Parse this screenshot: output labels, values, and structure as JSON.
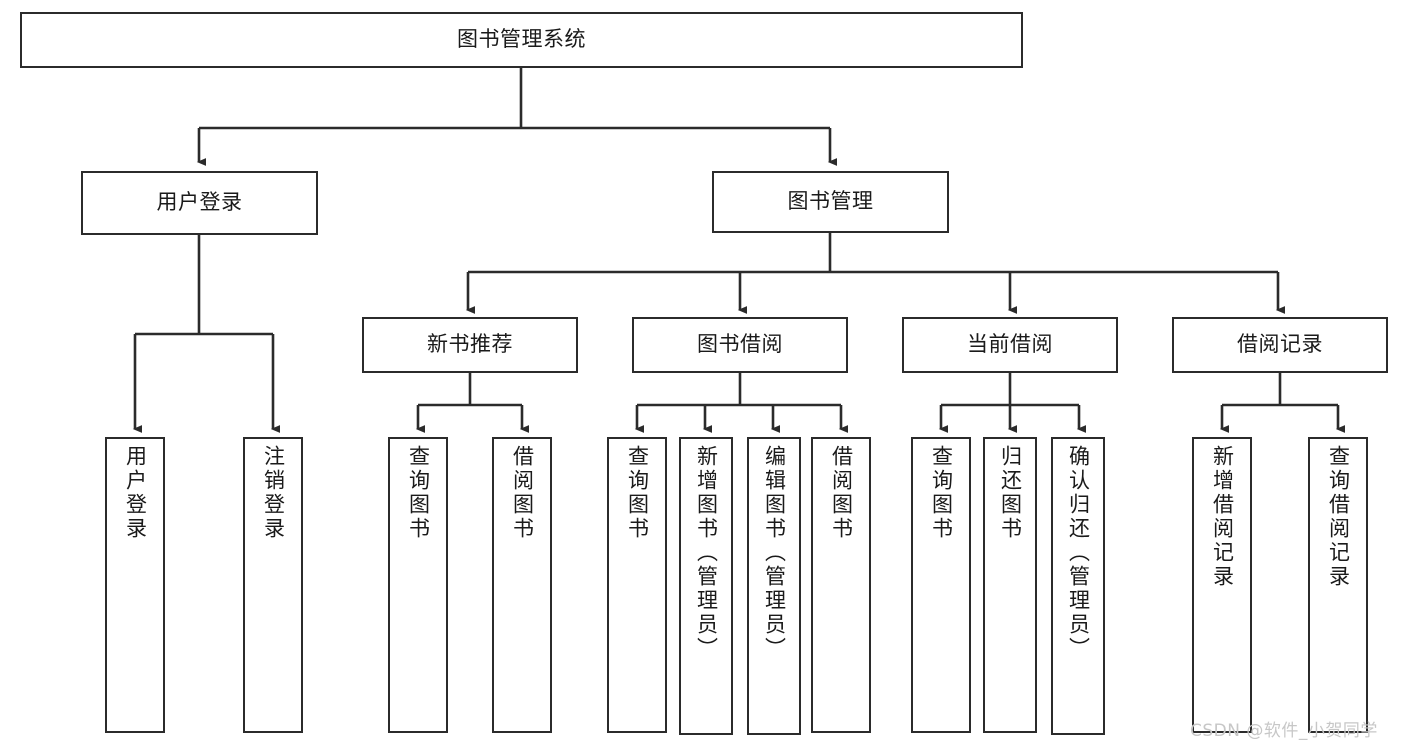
{
  "diagram": {
    "title": "图书管理系统",
    "type": "hierarchy-tree",
    "orientation": "top-down",
    "colors": {
      "box_border": "#2b2b2b",
      "box_fill": "#ffffff",
      "edge": "#2b2b2b",
      "text": "#1a1a1a",
      "watermark": "#c7c7c7",
      "background": "#ffffff"
    }
  },
  "root": {
    "label": "图书管理系统"
  },
  "level1": [
    {
      "label": "用户登录"
    },
    {
      "label": "图书管理"
    }
  ],
  "level2": [
    {
      "label": "新书推荐"
    },
    {
      "label": "图书借阅"
    },
    {
      "label": "当前借阅"
    },
    {
      "label": "借阅记录"
    }
  ],
  "leaves": {
    "user_login": [
      {
        "label": "用户登录"
      },
      {
        "label": "注销登录"
      }
    ],
    "new_book_recommend": [
      {
        "label": "查询图书"
      },
      {
        "label": "借阅图书"
      }
    ],
    "book_borrow": [
      {
        "label": "查询图书"
      },
      {
        "label": "新增图书（管理员）"
      },
      {
        "label": "编辑图书（管理员）"
      },
      {
        "label": "借阅图书"
      }
    ],
    "current_borrow": [
      {
        "label": "查询图书"
      },
      {
        "label": "归还图书"
      },
      {
        "label": "确认归还（管理员）"
      }
    ],
    "borrow_record": [
      {
        "label": "新增借阅记录"
      },
      {
        "label": "查询借阅记录"
      }
    ]
  },
  "watermark": {
    "text": "CSDN @软件_小贺同学"
  }
}
